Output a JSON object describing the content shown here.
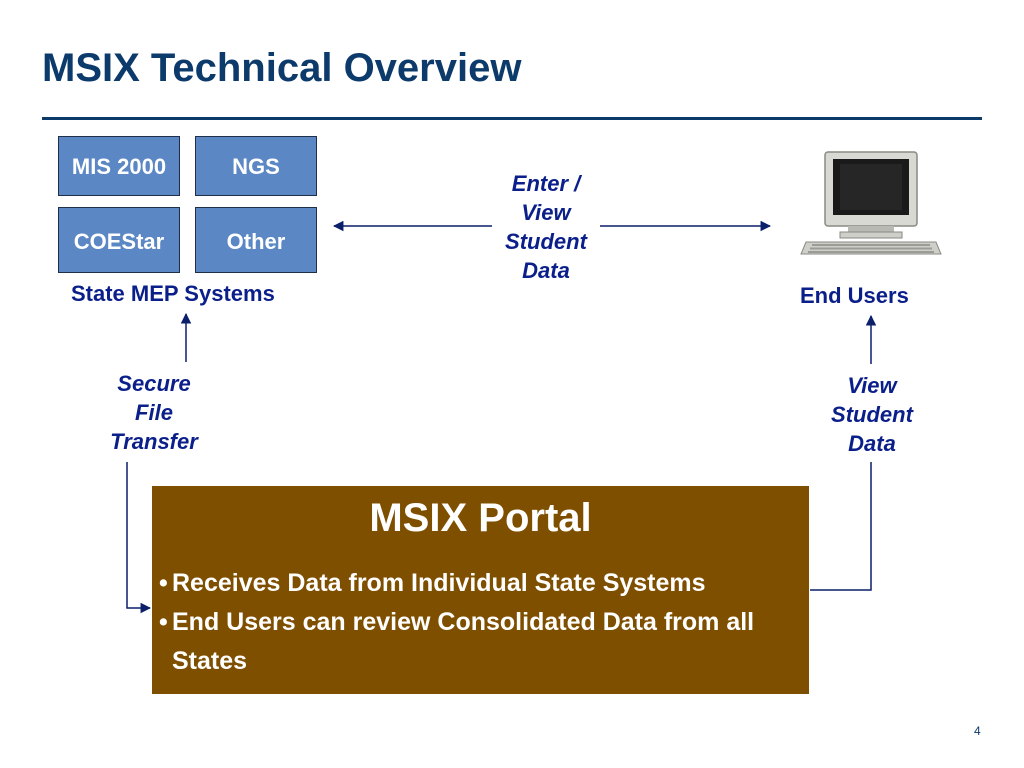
{
  "title": "MSIX Technical Overview",
  "state_systems": {
    "boxes": [
      "MIS 2000",
      "NGS",
      "COEStar",
      "Other"
    ],
    "caption": "State MEP Systems"
  },
  "end_users": {
    "caption": "End Users",
    "icon": "computer-icon"
  },
  "enter_view_label": [
    "Enter /",
    "View",
    "Student",
    "Data"
  ],
  "secure_transfer_label": [
    "Secure",
    "File",
    "Transfer"
  ],
  "view_data_label": [
    "View",
    "Student",
    "Data"
  ],
  "portal": {
    "title": "MSIX Portal",
    "bullets": [
      "Receives Data from Individual State Systems",
      "End Users can review Consolidated Data from all States"
    ]
  },
  "page_number": "4",
  "colors": {
    "title": "#0b3a6b",
    "box": "#5b87c5",
    "label": "#0b1f8a",
    "portal": "#7f4f00",
    "line": "#0b1f6a"
  }
}
